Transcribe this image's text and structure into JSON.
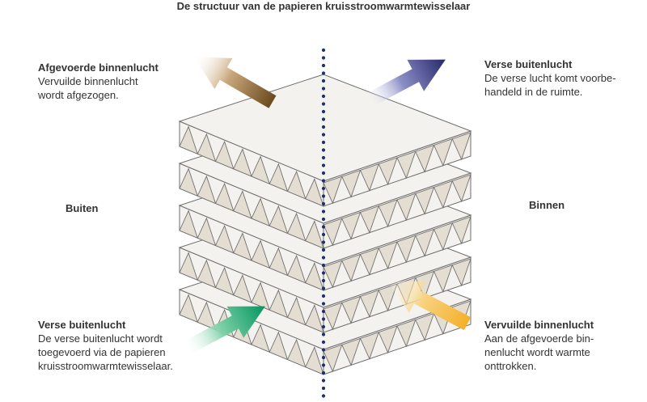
{
  "title": "De structuur van de papieren kruisstroomwarmtewisselaar",
  "labels": {
    "outside": "Buiten",
    "inside": "Binnen"
  },
  "annotations": {
    "exhaust_air": {
      "heading": "Afgevoerde binnenlucht",
      "body": "Vervuilde binnenlucht\nwordt afgezogen."
    },
    "fresh_air_in": {
      "heading": "Verse buitenlucht",
      "body": "De verse lucht komt voorbe-\nhandeld in de ruimte."
    },
    "fresh_air_out": {
      "heading": "Verse buitenlucht",
      "body": "De verse buitenlucht wordt\ntoegevoerd via de papieren\nkruisstroomwarmtewisselaar."
    },
    "stale_air": {
      "heading": "Vervuilde binnenlucht",
      "body": "Aan de afgevoerde bin-\nnenlucht wordt warmte\nonttrokken."
    }
  },
  "colors": {
    "exhaust_arrow": "#6b4a1f",
    "fresh_in_arrow": "#2a2f6e",
    "fresh_out_arrow": "#0a9a6a",
    "stale_arrow": "#f2b12a",
    "divider_dots": "#1e2f6e",
    "plate_fill": "#f4f2ee",
    "plate_stroke": "#6f6f6f",
    "corrugation_fill": "#e4ddd2"
  }
}
